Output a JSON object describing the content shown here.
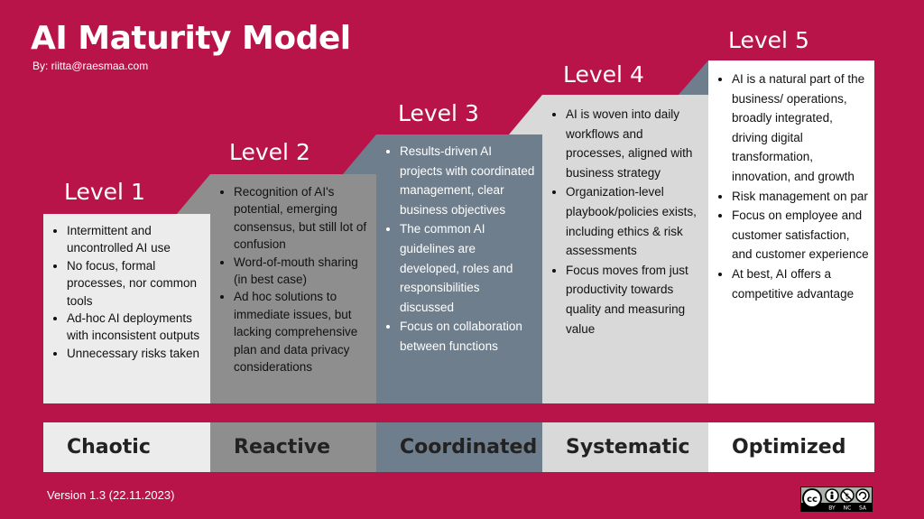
{
  "title": "AI Maturity Model",
  "author": "By: riitta@raesmaa.com",
  "levels": [
    {
      "label": "Level 1",
      "stage": "Chaotic",
      "bullets": [
        "Intermittent and uncontrolled AI use",
        "No focus, formal processes, nor common tools",
        "Ad-hoc AI deployments with inconsistent outputs",
        "Unnecessary risks taken"
      ]
    },
    {
      "label": "Level 2",
      "stage": "Reactive",
      "bullets": [
        "Recognition of AI's potential, emerging consensus, but still lot of confusion",
        "Word-of-mouth sharing (in best case)",
        "Ad hoc solutions to immediate issues, but lacking comprehensive plan and data privacy considerations"
      ]
    },
    {
      "label": "Level 3",
      "stage": "Coordinated",
      "bullets": [
        "Results-driven AI projects with coordinated management, clear business objectives",
        "The common AI guidelines are developed, roles and responsibilities discussed",
        "Focus on collaboration between functions"
      ]
    },
    {
      "label": "Level 4",
      "stage": "Systematic",
      "bullets": [
        "AI is woven into daily workflows and processes, aligned with business strategy",
        "Organization-level playbook/policies exists, including ethics & risk assessments",
        "Focus moves from just productivity towards quality and measuring value"
      ]
    },
    {
      "label": "Level 5",
      "stage": "Optimized",
      "bullets": [
        "AI is a natural part of the business/ operations, broadly integrated, driving digital transformation, innovation, and growth",
        "Risk management on par",
        "Focus on employee and customer satisfaction, and customer experience",
        "At best, AI offers a competitive advantage"
      ]
    }
  ],
  "version": "Version 1.3 (22.11.2023)",
  "license": {
    "icon": "cc-by-nc-sa-icon",
    "tags": [
      "BY",
      "NC",
      "SA"
    ]
  },
  "colors": {
    "background": "#b8144a",
    "level1": "#ececec",
    "level2": "#8e8e8e",
    "level3": "#6f7e8c",
    "level4": "#d9d9d9",
    "level5": "#ffffff"
  }
}
